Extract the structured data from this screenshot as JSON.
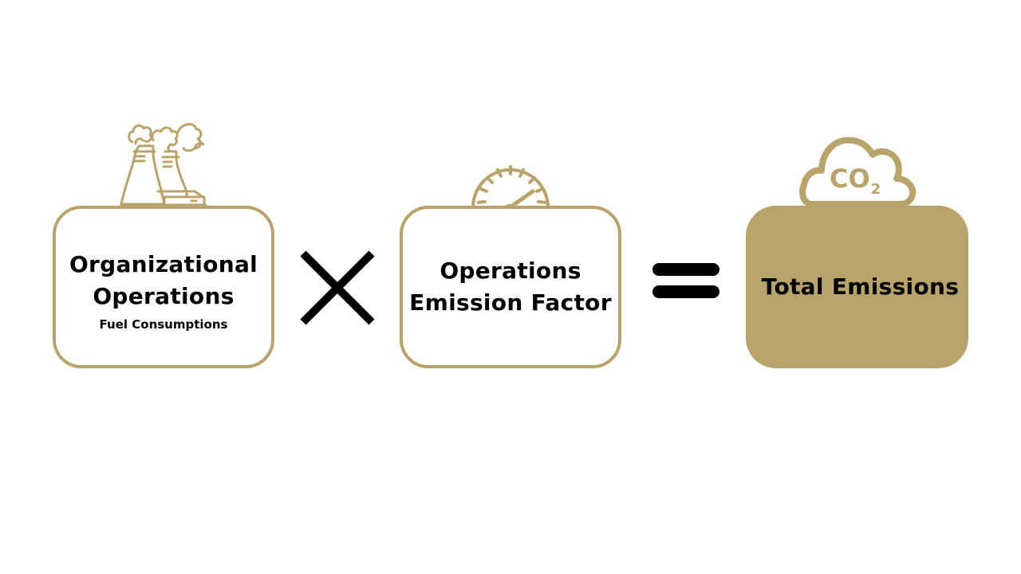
{
  "colors": {
    "accent": "#b8a46a",
    "text": "#000000",
    "background": "#ffffff"
  },
  "boxes": {
    "organizational": {
      "title_line1": "Organizational",
      "title_line2": "Operations",
      "subtitle": "Fuel Consumptions",
      "icon": "factory-icon"
    },
    "factor": {
      "title_line1": "Operations",
      "title_line2": "Emission Factor",
      "icon": "gauge-icon"
    },
    "total": {
      "title": "Total Emissions",
      "icon": "co2-cloud-icon",
      "icon_label_main": "CO",
      "icon_label_sub": "2"
    }
  },
  "operators": {
    "multiply": "multiply-icon",
    "equals": "equals-icon"
  }
}
